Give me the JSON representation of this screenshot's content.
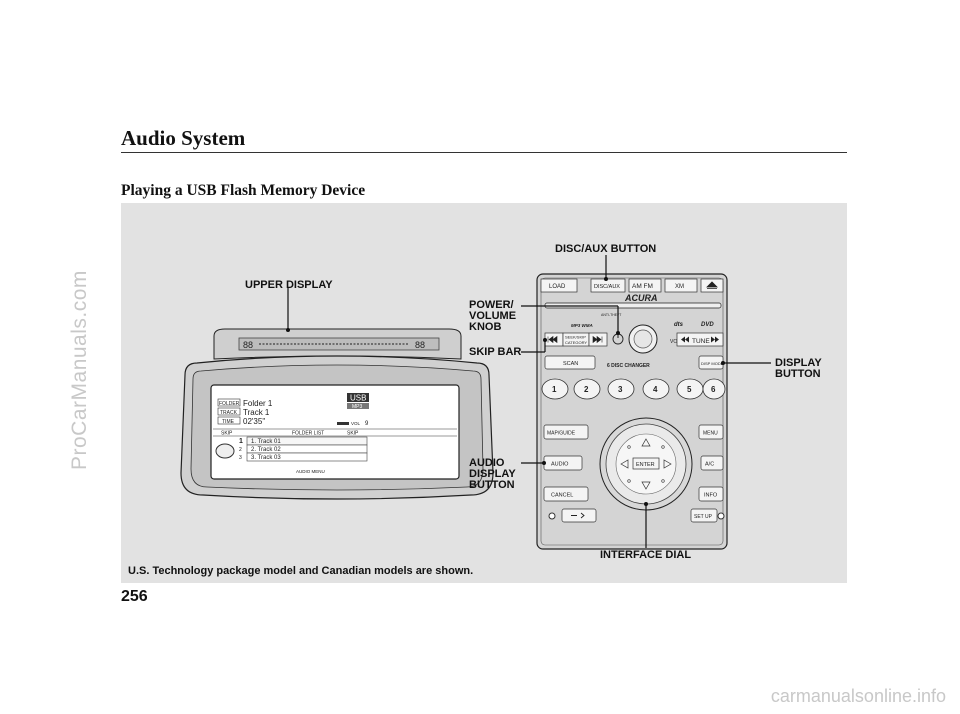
{
  "header": {
    "section_title": "Audio System",
    "subtitle": "Playing a USB Flash Memory Device"
  },
  "page_number": "256",
  "caption": "U.S. Technology package model and Canadian models are shown.",
  "callouts": {
    "upper_display": "UPPER DISPLAY",
    "disc_aux_button": "DISC/AUX BUTTON",
    "power_volume_knob": [
      "POWER/",
      "VOLUME",
      "KNOB"
    ],
    "skip_bar": "SKIP BAR",
    "display_button": [
      "DISPLAY",
      "BUTTON"
    ],
    "audio_display_button": [
      "AUDIO",
      "DISPLAY",
      "BUTTON"
    ],
    "interface_dial": "INTERFACE DIAL"
  },
  "screen": {
    "folder_label": "FOLDER",
    "track_label": "TRACK",
    "time_label": "TIME",
    "folder_value": "Folder 1",
    "track_value": "Track 1",
    "time_value": "02'35\"",
    "usb_badge": "USB",
    "mp3_badge": "MP3",
    "volume_label": "VOL",
    "volume_value": "9",
    "skip_left": "SKIP",
    "folder_list": "FOLDER LIST",
    "skip_right": "SKIP",
    "list_numbers": [
      "1",
      "2",
      "3"
    ],
    "tracks": [
      "1.  Track 01",
      "2.  Track 02",
      "3.  Track 03"
    ],
    "audio_menu": "AUDIO MENU",
    "upper_display_digits_left": "88",
    "upper_display_digits_right": "88"
  },
  "control_panel": {
    "load": "LOAD",
    "disc_aux": "DISC/AUX",
    "am_fm": "AM  FM",
    "sirius": "XM",
    "eject_icon": "eject-icon",
    "brand": "ACURA",
    "anti_theft": "ANTI-THEFT",
    "mp3_wma": "MP3  WMA",
    "seek_skip": "SEEK/SKIP",
    "category": "CATEGORY",
    "vol": "VOL",
    "tune": "TUNE",
    "scan": "SCAN",
    "disc_changer": "6 DISC CHANGER",
    "disp_mode": "DISP MODE",
    "dts": "dts",
    "dvd": "DVD",
    "presets": [
      "1",
      "2",
      "3",
      "4",
      "5",
      "6"
    ],
    "map_guide": "MAP/GUIDE",
    "menu": "MENU",
    "audio": "AUDIO",
    "ac": "A/C",
    "enter": "ENTER",
    "cancel": "CANCEL",
    "info": "INFO",
    "set_up": "SET UP"
  },
  "watermarks": {
    "left": "ProCarManuals.com",
    "bottom": "carmanualsonline.info"
  },
  "colors": {
    "panel_bg": "#e2e2e2",
    "button_bg": "#f4f4f4",
    "ink": "#111111"
  }
}
